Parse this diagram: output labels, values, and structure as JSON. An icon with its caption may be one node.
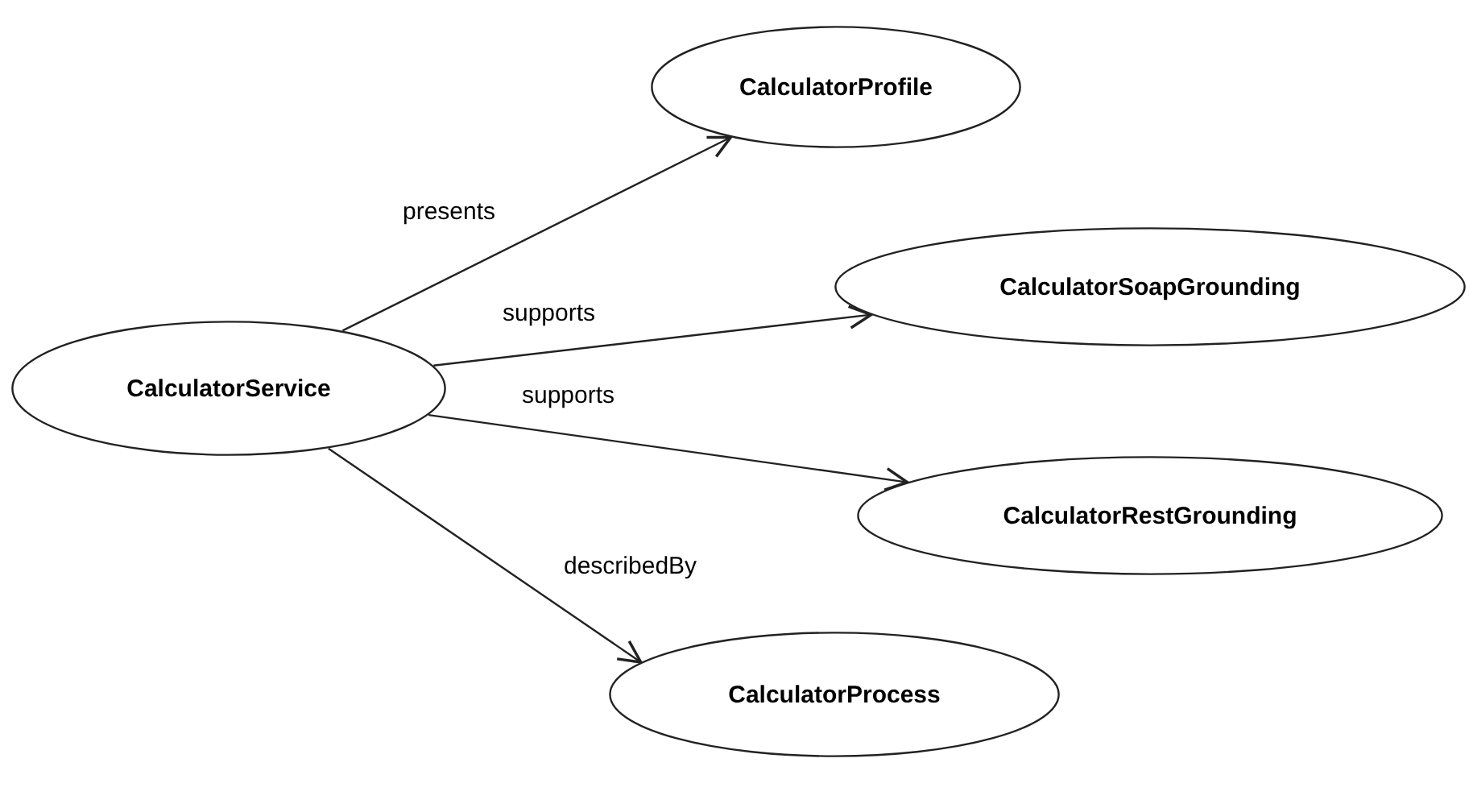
{
  "diagram": {
    "nodes": [
      {
        "text": [
          "CalculatorService"
        ]
      },
      {
        "text": [
          "CalculatorProfile"
        ]
      },
      {
        "text": [
          "CalculatorSoapGrounding"
        ]
      },
      {
        "text": [
          "CalculatorRestGrounding"
        ]
      },
      {
        "text": [
          "CalculatorProcess"
        ]
      }
    ],
    "edges": [
      {
        "from": 0,
        "to": 1,
        "arrow": "to",
        "label": "presents"
      },
      {
        "from": 0,
        "to": 2,
        "arrow": "to",
        "label": "supports"
      },
      {
        "from": 0,
        "to": 3,
        "arrow": "to",
        "label": "supports"
      },
      {
        "from": 0,
        "to": 4,
        "arrow": "to",
        "label": "describedBy"
      }
    ]
  }
}
